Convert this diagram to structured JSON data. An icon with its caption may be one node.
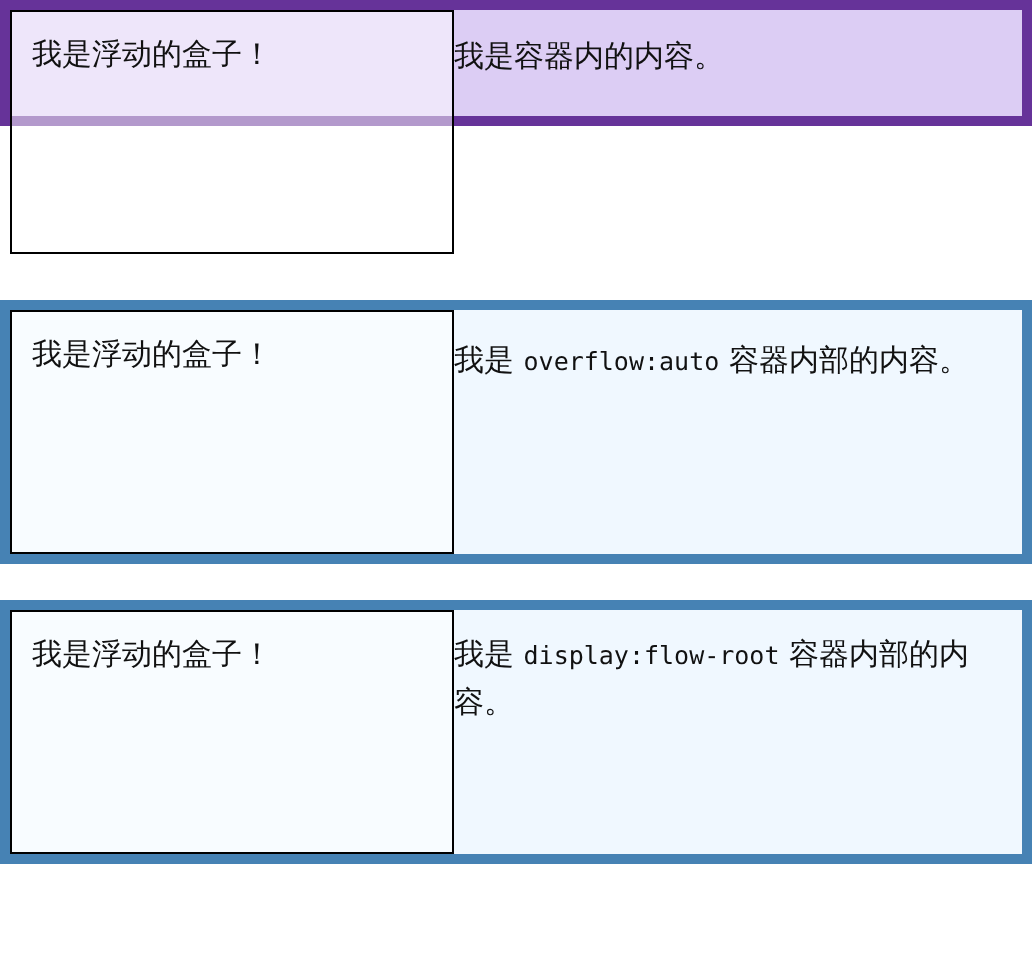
{
  "diagram": {
    "nodes": [
      {
        "text": [
          "我是容器内的内容。"
        ]
      },
      {
        "text": [
          "我是浮动的盒子！"
        ]
      },
      {
        "text": [
          "我是 overflow:auto 容器内部的内容。"
        ]
      },
      {
        "text": [
          "我是浮动的盒子！"
        ],
        "in": 2
      },
      {
        "text": [
          "我是 display:flow-root 容器内部的内容。"
        ]
      },
      {
        "text": [
          "我是浮动的盒子！"
        ],
        "in": 4
      }
    ]
  }
}
